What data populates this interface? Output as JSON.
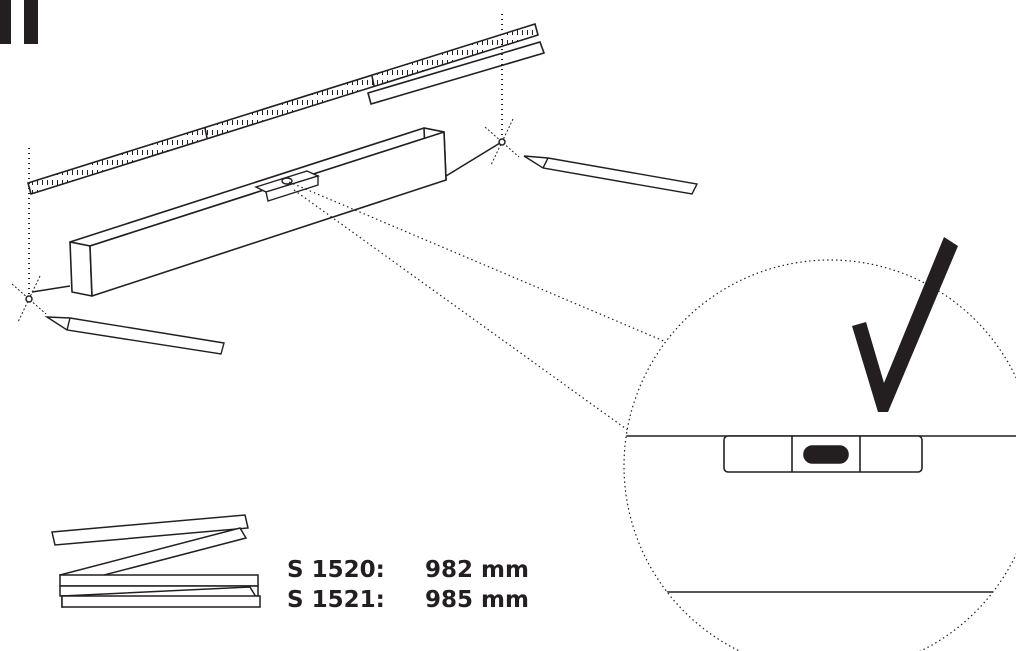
{
  "instructions": {
    "step_marker": "II",
    "ok_mark": "check-mark-icon",
    "ink_color": "#231f20",
    "specs": [
      {
        "model": "S 1520:",
        "length": "982 mm"
      },
      {
        "model": "S 1521:",
        "length": "985 mm"
      }
    ]
  }
}
